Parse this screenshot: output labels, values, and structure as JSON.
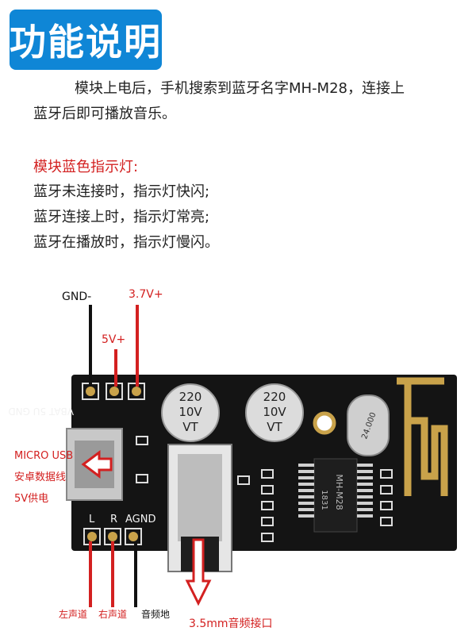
{
  "header": {
    "title": "功能说明"
  },
  "intro": {
    "line1": "模块上电后，手机搜索到蓝牙名字MH-M28，连接上",
    "line2": "蓝牙后即可播放音乐。"
  },
  "indicator": {
    "title": "模块蓝色指示灯:",
    "lines": [
      "蓝牙未连接时，指示灯快闪;",
      "蓝牙连接上时，指示灯常亮;",
      "蓝牙在播放时，指示灯慢闪。"
    ]
  },
  "diagram": {
    "pins_top": {
      "gnd": "GND-",
      "v5": "5V+",
      "v37": "3.7V+"
    },
    "silk_top": "VBAT 5U GND",
    "usb": {
      "line1": "MICRO USB",
      "line2": "安卓数据线",
      "line3": "5V供电"
    },
    "silk_bottom": {
      "l": "L",
      "r": "R",
      "agnd": "AGND"
    },
    "caps": {
      "value": "220",
      "voltage": "10V",
      "brand": "VT"
    },
    "chip": {
      "name": "MH-M28",
      "code": "1831"
    },
    "crystal": {
      "code": "24.000"
    },
    "pins_bottom": {
      "left": "左声道",
      "right": "右声道",
      "ground": "音频地"
    },
    "jack": "3.5mm音频接口"
  },
  "colors": {
    "title_bg": "#0f86d6",
    "accent_red": "#d32020",
    "pcb": "#141414",
    "antenna": "#c9a24a"
  }
}
